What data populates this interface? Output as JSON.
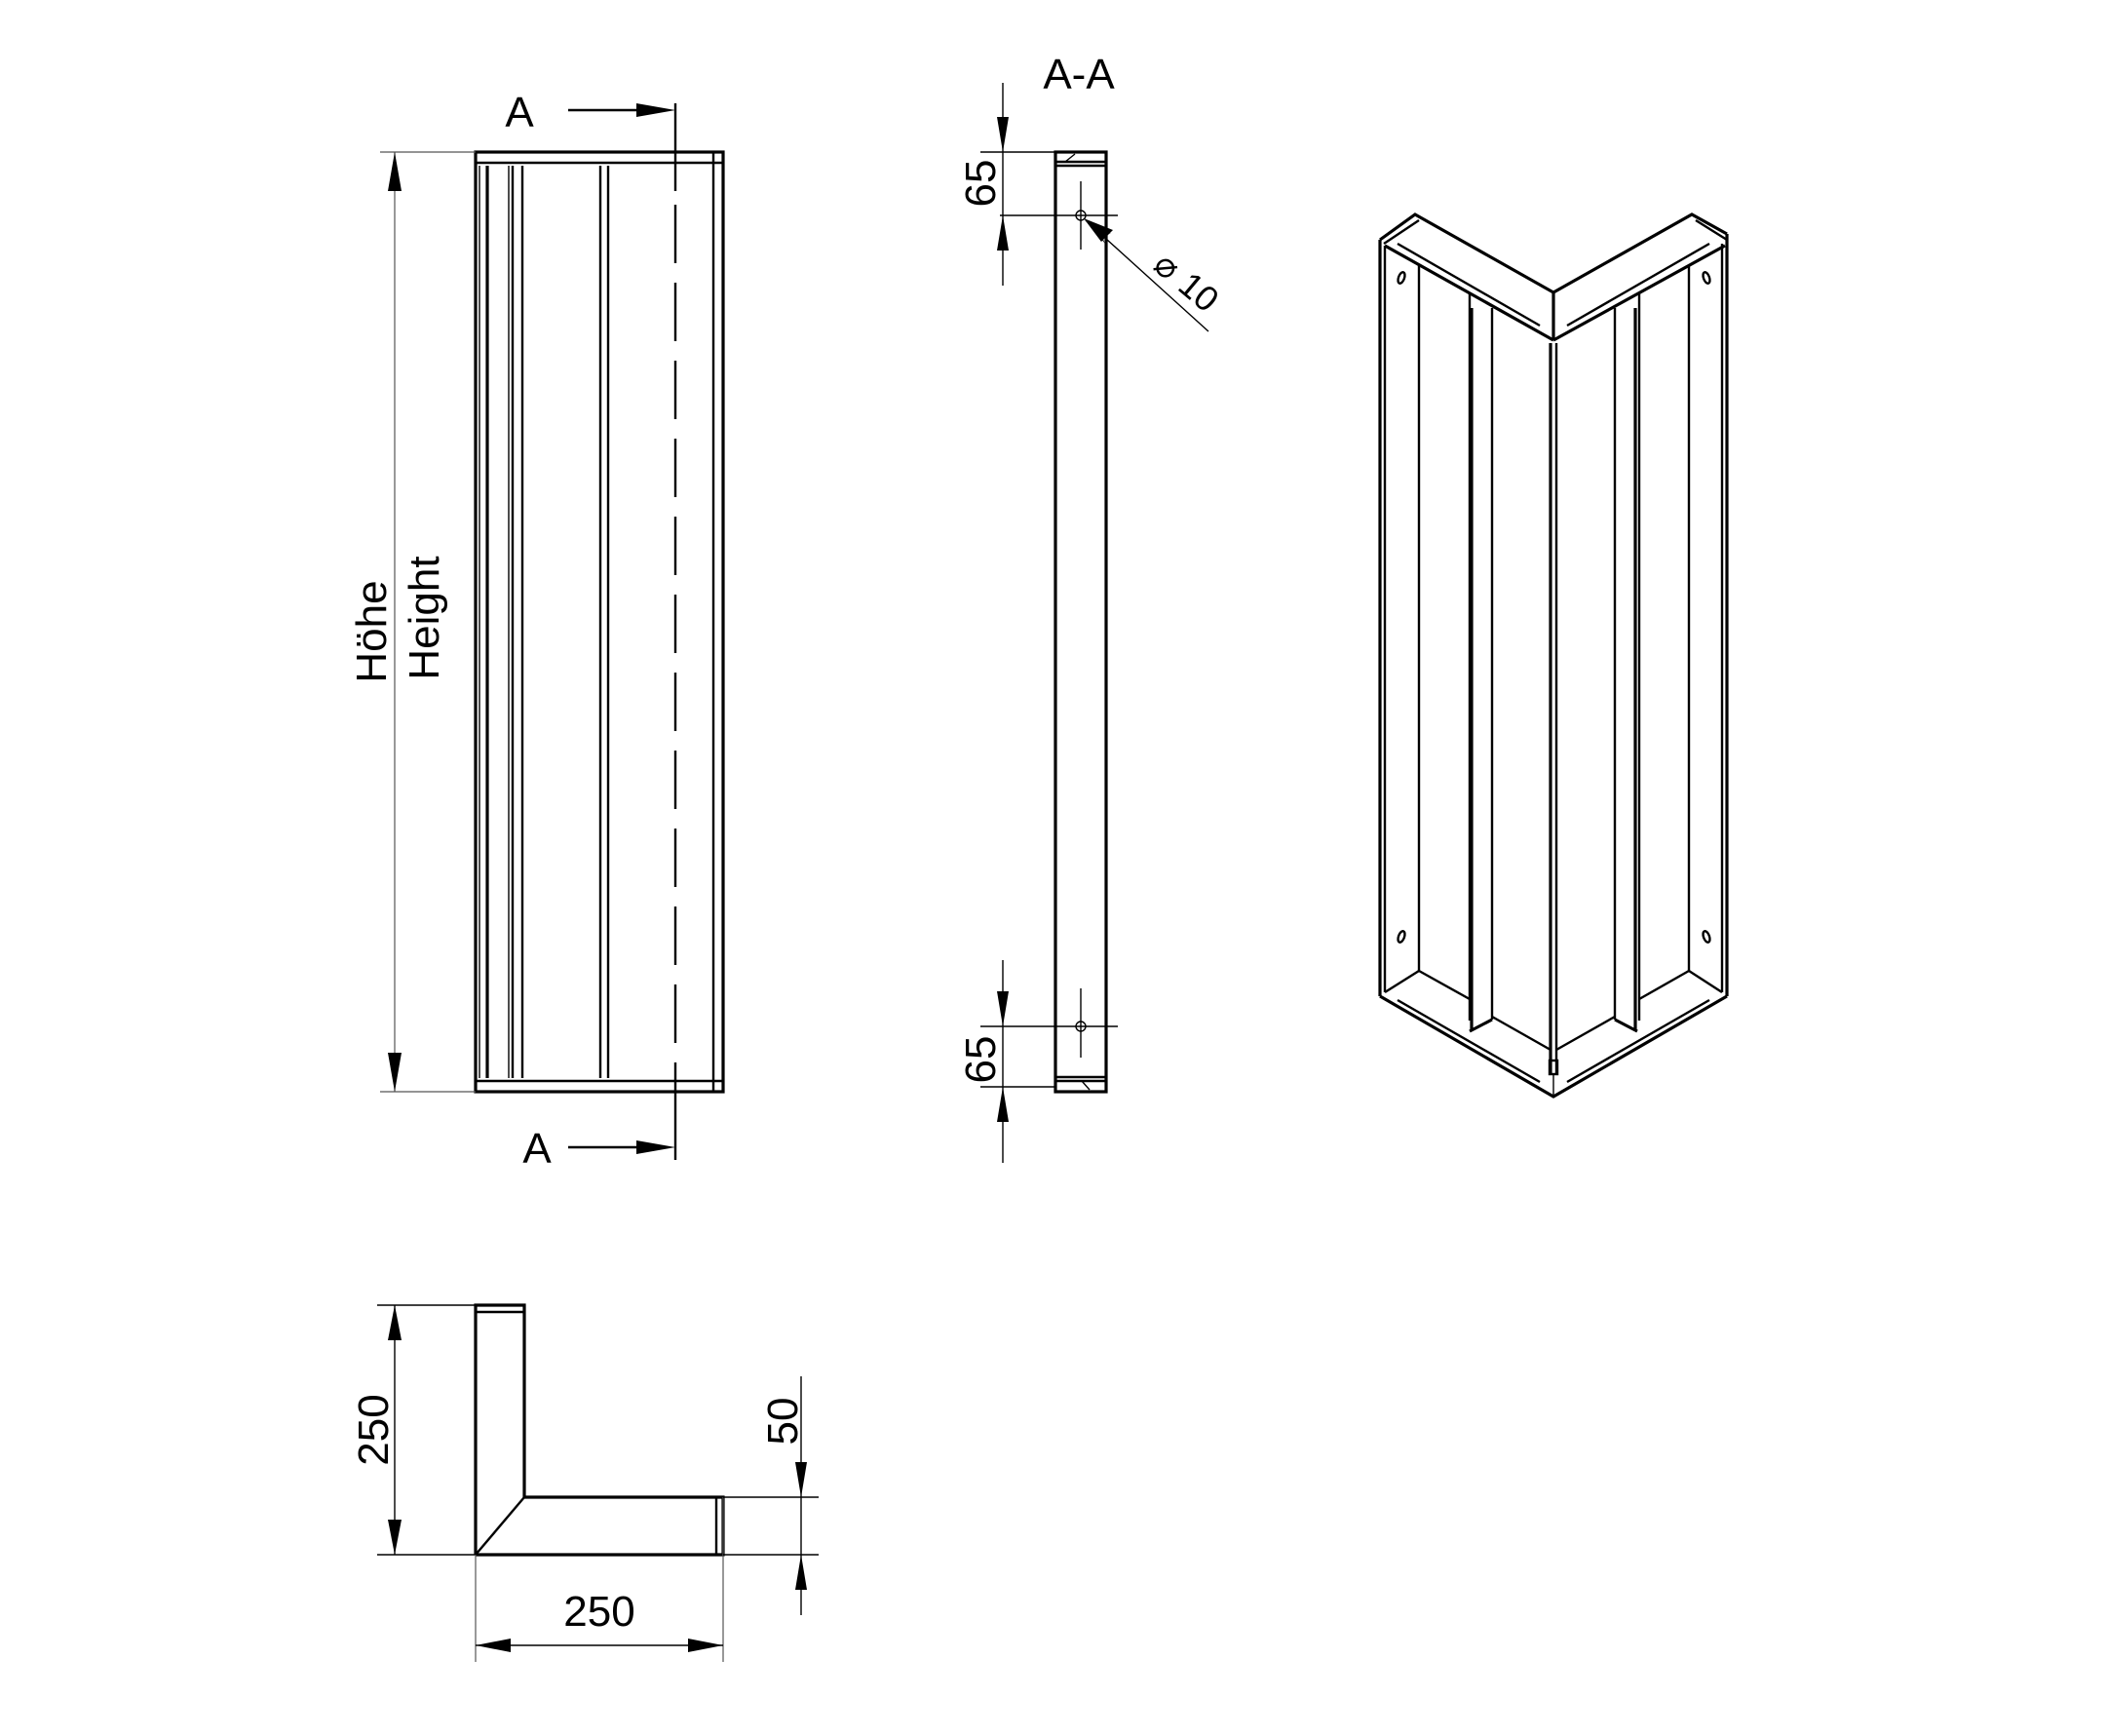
{
  "drawing": {
    "type": "technical-drawing",
    "subject": "corner frame / wall bracket",
    "views": {
      "front_view": {
        "height_label_de": "Höhe",
        "height_label_en": "Height",
        "section_marker_top": "A",
        "section_marker_bottom": "A"
      },
      "section_view": {
        "title": "A-A",
        "dim_top": "65",
        "dim_bottom": "65",
        "hole_diameter_symbol": "⌀",
        "hole_diameter": "10"
      },
      "plan_view": {
        "dim_depth": "250",
        "dim_width": "250",
        "dim_flange": "50"
      },
      "isometric_view": {
        "label": ""
      }
    },
    "colors": {
      "line": "#000000",
      "background": "#ffffff"
    }
  }
}
